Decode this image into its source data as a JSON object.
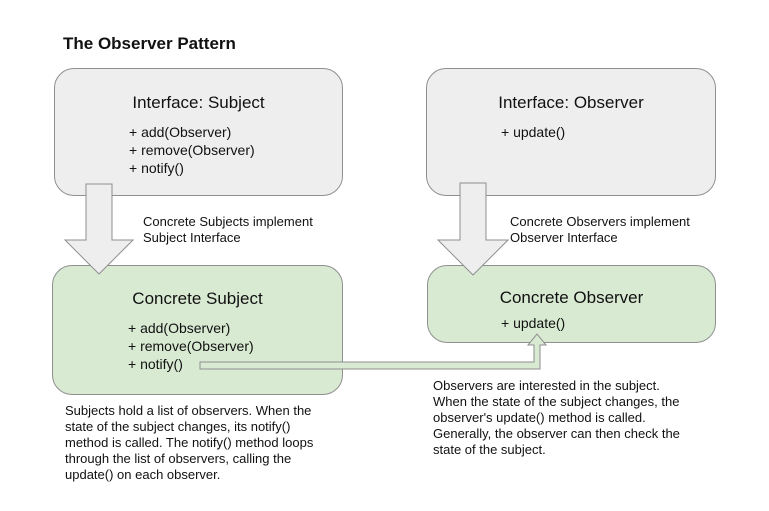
{
  "title": "The Observer Pattern",
  "boxes": {
    "interface_subject": {
      "title": "Interface: Subject",
      "methods": [
        "+ add(Observer)",
        "+ remove(Observer)",
        "+ notify()"
      ]
    },
    "interface_observer": {
      "title": "Interface: Observer",
      "methods": [
        "+ update()"
      ]
    },
    "concrete_subject": {
      "title": "Concrete Subject",
      "methods": [
        "+ add(Observer)",
        "+ remove(Observer)",
        "+ notify()"
      ]
    },
    "concrete_observer": {
      "title": "Concrete Observer",
      "methods": [
        "+ update()"
      ]
    }
  },
  "labels": {
    "subject_implements": [
      "Concrete Subjects implement",
      "Subject Interface"
    ],
    "observer_implements": [
      "Concrete Observers implement",
      "Observer Interface"
    ],
    "subject_note": [
      "Subjects hold a list of observers. When the",
      "state of the subject changes, its notify()",
      "method is called. The notify() method loops",
      "through the list of observers, calling the",
      "update() on each observer."
    ],
    "observer_note": [
      "Observers are interested in the subject.",
      "When the state of the subject changes, the",
      "observer's update() method is called.",
      "Generally, the observer can then check the",
      "state of the subject."
    ]
  },
  "colors": {
    "interface_fill": "#eeeeee",
    "concrete_fill": "#d9ead3",
    "border": "#8f8f8f"
  }
}
